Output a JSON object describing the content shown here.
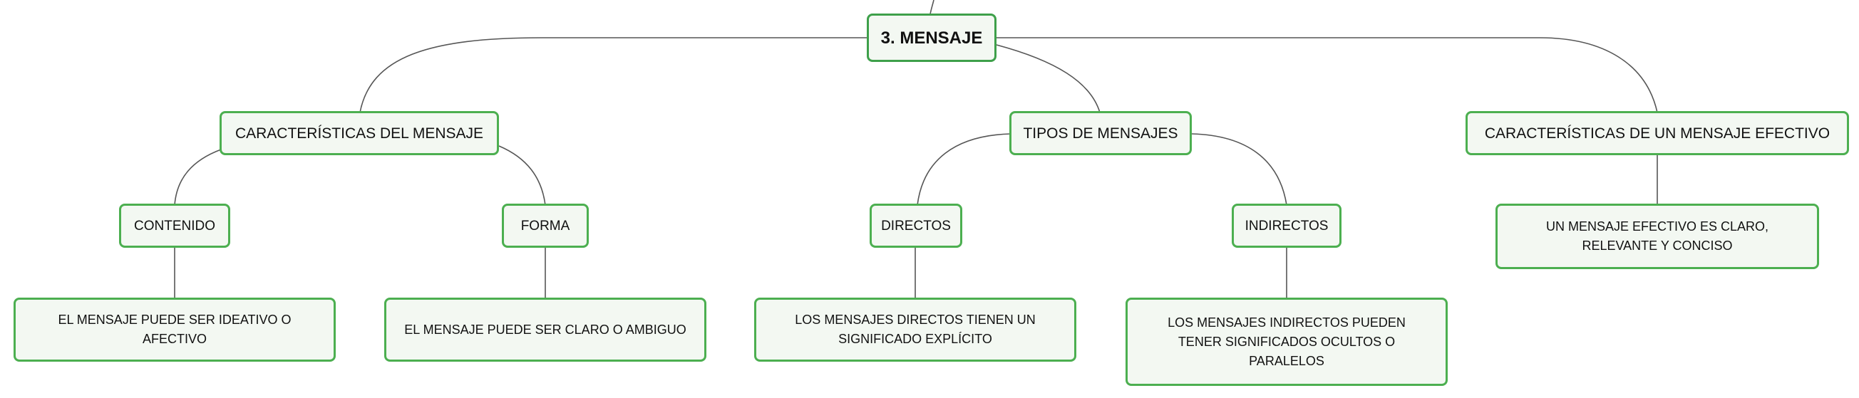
{
  "root": {
    "label": "3. MENSAJE"
  },
  "branches": [
    {
      "label": "CARACTERÍSTICAS DEL MENSAJE",
      "children": [
        {
          "label": "CONTENIDO",
          "detail": "EL MENSAJE PUEDE SER IDEATIVO O AFECTIVO"
        },
        {
          "label": "FORMA",
          "detail": "EL MENSAJE PUEDE SER CLARO O AMBIGUO"
        }
      ]
    },
    {
      "label": "TIPOS DE MENSAJES",
      "children": [
        {
          "label": "DIRECTOS",
          "detail": "LOS MENSAJES DIRECTOS TIENEN UN SIGNIFICADO EXPLÍCITO"
        },
        {
          "label": "INDIRECTOS",
          "detail": "LOS MENSAJES INDIRECTOS PUEDEN TENER SIGNIFICADOS OCULTOS O PARALELOS"
        }
      ]
    },
    {
      "label": "CARACTERÍSTICAS DE UN MENSAJE EFECTIVO",
      "children": [
        {
          "detail": "UN MENSAJE EFECTIVO ES CLARO, RELEVANTE Y CONCISO"
        }
      ]
    }
  ]
}
